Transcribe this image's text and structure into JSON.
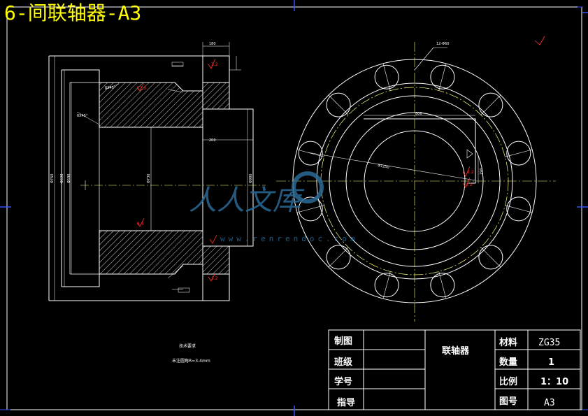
{
  "sheet": {
    "title": "6-间联轴器-A3"
  },
  "drawing": {
    "section_labels": {
      "dim_180": "180",
      "dim_200": "200",
      "dim_806": "806",
      "dim_190": "190",
      "chamfer_1": "6X45°",
      "chamfer_2": "6X45°",
      "dia_730": "Φ730",
      "dia_980": "Φ980",
      "dia_760": "Φ760",
      "dia_630": "Φ630",
      "dia_590": "Φ590",
      "dia_1250": "Φ1250",
      "hole_label": "12-Φ60",
      "rough_32": "3.2",
      "rough_63": "6.3",
      "rough_125": "12.5"
    },
    "notes": {
      "heading": "技术要求",
      "line1": "未注圆角R=3-4mm"
    }
  },
  "watermark": {
    "logo_text": "人人文库",
    "url": "www.renrendoc.com"
  },
  "title_block": {
    "r1": {
      "label": "制图",
      "value": ""
    },
    "r2": {
      "label": "班级",
      "value": ""
    },
    "r3": {
      "label": "学号",
      "value": ""
    },
    "r4": {
      "label": "指导",
      "value": ""
    },
    "part_name": "联轴器",
    "material_label": "材料",
    "material_value": "ZG35",
    "qty_label": "数量",
    "qty_value": "1",
    "scale_label": "比例",
    "scale_value": "1：10",
    "drawing_no_label": "图号",
    "drawing_no_value": "A3"
  },
  "colors": {
    "line": "#ffffff",
    "center_line": "#ffff80",
    "dim_line": "#ffffff",
    "border_blue": "#3050ff",
    "title_yellow": "#ffff00",
    "watermark_blue": "#2b6a96"
  }
}
